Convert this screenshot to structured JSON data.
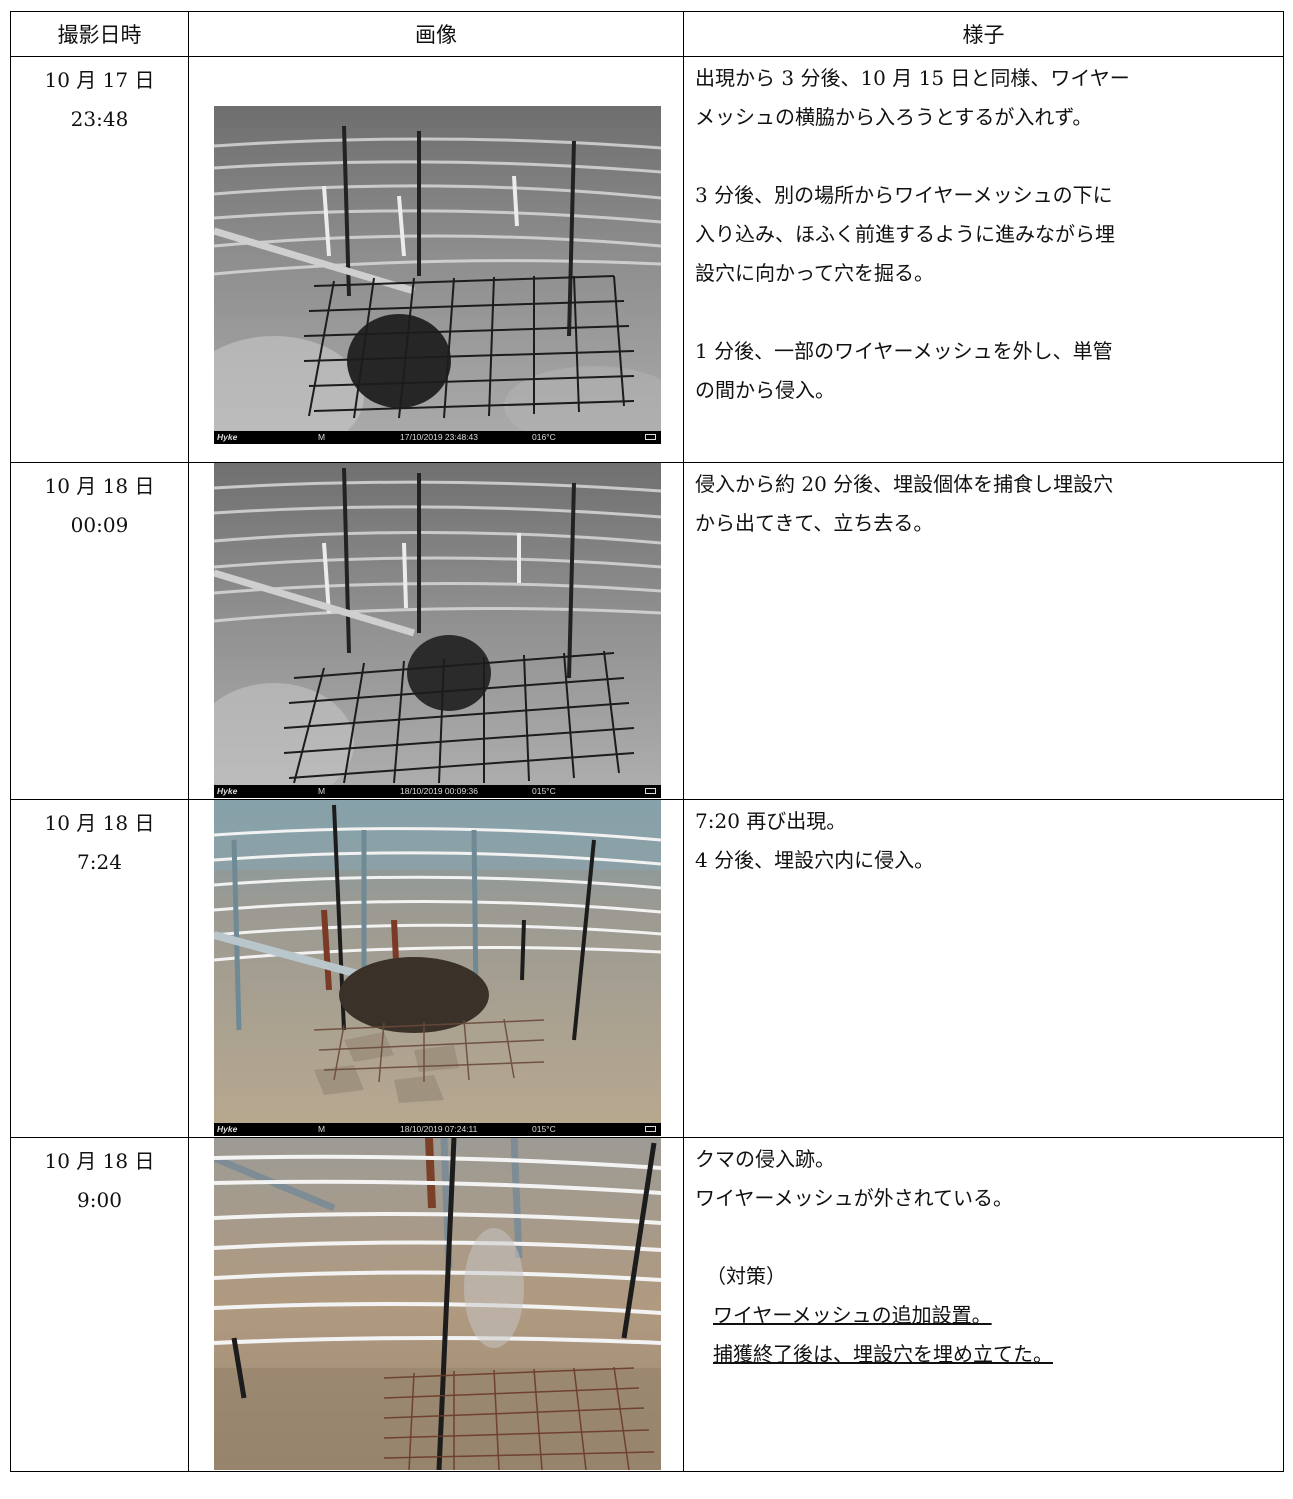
{
  "headers": {
    "date": "撮影日時",
    "image": "画像",
    "state": "様子"
  },
  "rows": [
    {
      "date": "10 月 17 日",
      "time": "23:48",
      "lines": [
        "出現から 3 分後、10 月 15 日と同様、ワイヤー",
        "メッシュの横脇から入ろうとするが入れず。",
        "",
        "3 分後、別の場所からワイヤーメッシュの下に",
        "入り込み、ほふく前進するように進みながら埋",
        "設穴に向かって穴を掘る。",
        "",
        "1 分後、一部のワイヤーメッシュを外し、単管",
        "の間から侵入。"
      ],
      "camera": {
        "brand": "Hyke",
        "mode": "M",
        "timestamp": "17/10/2019 23:48:43",
        "temp": "016°C"
      }
    },
    {
      "date": "10 月 18 日",
      "time": "00:09",
      "lines": [
        "侵入から約 20 分後、埋設個体を捕食し埋設穴",
        "から出てきて、立ち去る。"
      ],
      "camera": {
        "brand": "Hyke",
        "mode": "M",
        "timestamp": "18/10/2019 00:09:36",
        "temp": "015°C"
      }
    },
    {
      "date": "10 月 18 日",
      "time": "7:24",
      "lines": [
        "7:20 再び出現。",
        "4 分後、埋設穴内に侵入。"
      ],
      "camera": {
        "brand": "Hyke",
        "mode": "M",
        "timestamp": "18/10/2019 07:24:11",
        "temp": "015°C"
      }
    },
    {
      "date": "10 月 18 日",
      "time": "9:00",
      "lines": [
        "クマの侵入跡。",
        "ワイヤーメッシュが外されている。",
        ""
      ],
      "countermeasure_title": "（対策）",
      "countermeasures": [
        "ワイヤーメッシュの追加設置。",
        "捕獲終了後は、埋設穴を埋め立てた。"
      ]
    }
  ]
}
